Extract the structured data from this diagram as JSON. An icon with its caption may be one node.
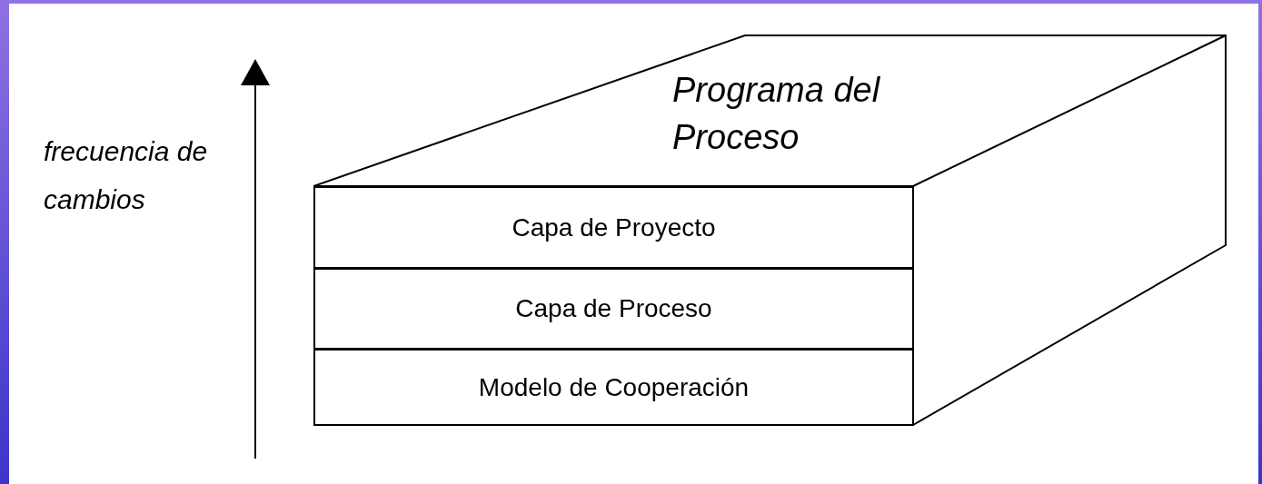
{
  "diagram": {
    "nodes": [
      {
        "text": [
          "Programa del Proceso"
        ]
      },
      {
        "text": [
          "Capa de Proyecto"
        ],
        "in": 0
      },
      {
        "text": [
          "Capa de Proceso"
        ],
        "in": 0
      },
      {
        "text": [
          "Modelo de Cooperación"
        ],
        "in": 0
      }
    ],
    "labels": [
      "frecuencia de cambios"
    ]
  }
}
